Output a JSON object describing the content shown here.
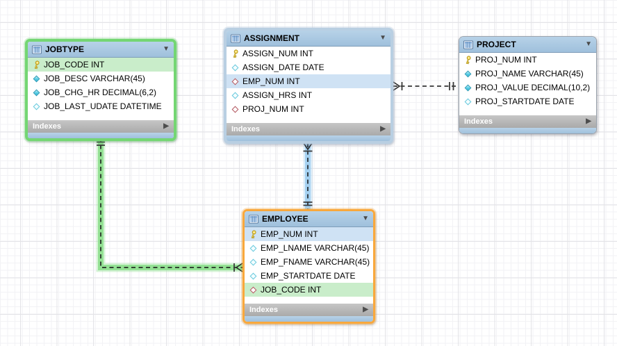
{
  "icons": {
    "table_collapse_arrow": "▼",
    "indexes_expand_arrow": "▶"
  },
  "colors": {
    "table_header_blue": "#a9c6e1",
    "footer_gray": "#b3b3b3",
    "row_highlight_blue": "#cfe2f4",
    "row_highlight_green": "#c9edca",
    "selection_green": "#74d673",
    "selection_blue": "#b9cfe2",
    "selection_orange": "#f9a83c",
    "primary_key_gold": "#f2c94c",
    "attribute_diamond_cyan": "#2f9fb8",
    "foreign_key_diamond_red": "#b2565e",
    "relationship_glow_blue": "#9ecdf0",
    "relationship_glow_green": "#8ddf8d"
  },
  "tables": {
    "jobtype": {
      "title": "JOBTYPE",
      "footer_label": "Indexes",
      "columns": [
        {
          "label": "JOB_CODE INT",
          "icon": "primary-key",
          "highlight": "green"
        },
        {
          "label": "JOB_DESC VARCHAR(45)",
          "icon": "attribute-solid"
        },
        {
          "label": "JOB_CHG_HR DECIMAL(6,2)",
          "icon": "attribute-solid"
        },
        {
          "label": "JOB_LAST_UDATE DATETIME",
          "icon": "attribute-hollow"
        }
      ]
    },
    "assignment": {
      "title": "ASSIGNMENT",
      "footer_label": "Indexes",
      "columns": [
        {
          "label": "ASSIGN_NUM INT",
          "icon": "primary-key"
        },
        {
          "label": "ASSIGN_DATE DATE",
          "icon": "attribute-hollow"
        },
        {
          "label": "EMP_NUM INT",
          "icon": "foreign-key",
          "highlight": "blue"
        },
        {
          "label": "ASSIGN_HRS INT",
          "icon": "attribute-hollow"
        },
        {
          "label": "PROJ_NUM INT",
          "icon": "foreign-key"
        }
      ]
    },
    "project": {
      "title": "PROJECT",
      "footer_label": "Indexes",
      "columns": [
        {
          "label": "PROJ_NUM INT",
          "icon": "primary-key"
        },
        {
          "label": "PROJ_NAME VARCHAR(45)",
          "icon": "attribute-solid"
        },
        {
          "label": "PROJ_VALUE DECIMAL(10,2)",
          "icon": "attribute-solid"
        },
        {
          "label": "PROJ_STARTDATE DATE",
          "icon": "attribute-hollow"
        }
      ]
    },
    "employee": {
      "title": "EMPLOYEE",
      "footer_label": "Indexes",
      "columns": [
        {
          "label": "EMP_NUM INT",
          "icon": "primary-key",
          "highlight": "blue"
        },
        {
          "label": "EMP_LNAME VARCHAR(45)",
          "icon": "attribute-hollow"
        },
        {
          "label": "EMP_FNAME VARCHAR(45)",
          "icon": "attribute-hollow"
        },
        {
          "label": "EMP_STARTDATE DATE",
          "icon": "attribute-hollow"
        },
        {
          "label": "JOB_CODE INT",
          "icon": "foreign-key",
          "highlight": "green"
        }
      ]
    }
  },
  "relationships": [
    {
      "many_end": "ASSIGNMENT",
      "one_end": "PROJECT",
      "line": "dashed",
      "many_marker": "crow-foot-with-bar",
      "one_marker": "double-bar",
      "highlight": "none"
    },
    {
      "many_end": "ASSIGNMENT",
      "one_end": "EMPLOYEE",
      "line": "dashed",
      "many_marker": "crow-foot-with-bar",
      "one_marker": "double-bar",
      "highlight": "blue"
    },
    {
      "many_end": "EMPLOYEE",
      "one_end": "JOBTYPE",
      "line": "dashed",
      "many_marker": "crow-foot-with-bar",
      "one_marker": "double-bar",
      "highlight": "green"
    }
  ]
}
